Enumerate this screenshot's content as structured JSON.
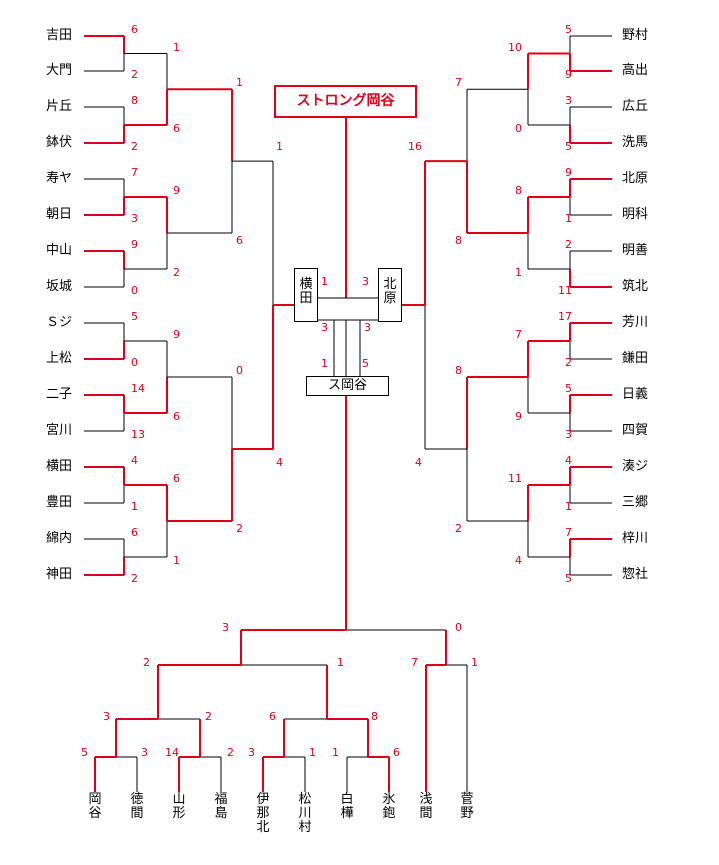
{
  "champion": "ストロング岡谷",
  "left_teams": [
    "吉田",
    "大門",
    "片丘",
    "鉢伏",
    "寿ヤ",
    "朝日",
    "中山",
    "坂城",
    "Ｓジ",
    "上松",
    "二子",
    "宮川",
    "横田",
    "豊田",
    "綿内",
    "神田"
  ],
  "right_teams": [
    "野村",
    "高出",
    "広丘",
    "洗馬",
    "北原",
    "明科",
    "明善",
    "筑北",
    "芳川",
    "鎌田",
    "日義",
    "四賀",
    "湊ジ",
    "三郷",
    "梓川",
    "惣社"
  ],
  "bottom_teams": [
    "岡谷",
    "徳間",
    "山形",
    "福島",
    "伊那北",
    "松川村",
    "白樺",
    "氷鉋",
    "浅間",
    "菅野"
  ],
  "center": {
    "left_box": "横田",
    "right_box": "北原",
    "final_box": "ス岡谷",
    "scores": [
      "1",
      "3",
      "3",
      "3",
      "1",
      "5"
    ]
  },
  "left_scores": {
    "r1": [
      "6",
      "2",
      "8",
      "2",
      "7",
      "3",
      "9",
      "0",
      "5",
      "0",
      "14",
      "13",
      "4",
      "1",
      "6",
      "2"
    ],
    "r2": [
      "1",
      "6",
      "9",
      "2",
      "9",
      "6",
      "6",
      "1"
    ],
    "r3": [
      "1",
      "6",
      "0",
      "2"
    ],
    "r4": [
      "1",
      "4"
    ]
  },
  "right_scores": {
    "r1": [
      "5",
      "9",
      "3",
      "5",
      "9",
      "1",
      "2",
      "11",
      "17",
      "2",
      "5",
      "3",
      "4",
      "1",
      "7",
      "5"
    ],
    "r2": [
      "10",
      "0",
      "8",
      "1",
      "7",
      "9",
      "11",
      "4"
    ],
    "r3": [
      "7",
      "8",
      "8",
      "2"
    ],
    "r4": [
      "16",
      "4"
    ]
  },
  "bottom_scores": {
    "r1": [
      "5",
      "3",
      "14",
      "2",
      "3",
      "1",
      "1",
      "6",
      "7",
      "1"
    ],
    "r2": [
      "3",
      "2",
      "6",
      "8"
    ],
    "r3": [
      "2",
      "1"
    ],
    "r4": [
      "3",
      "0"
    ]
  }
}
